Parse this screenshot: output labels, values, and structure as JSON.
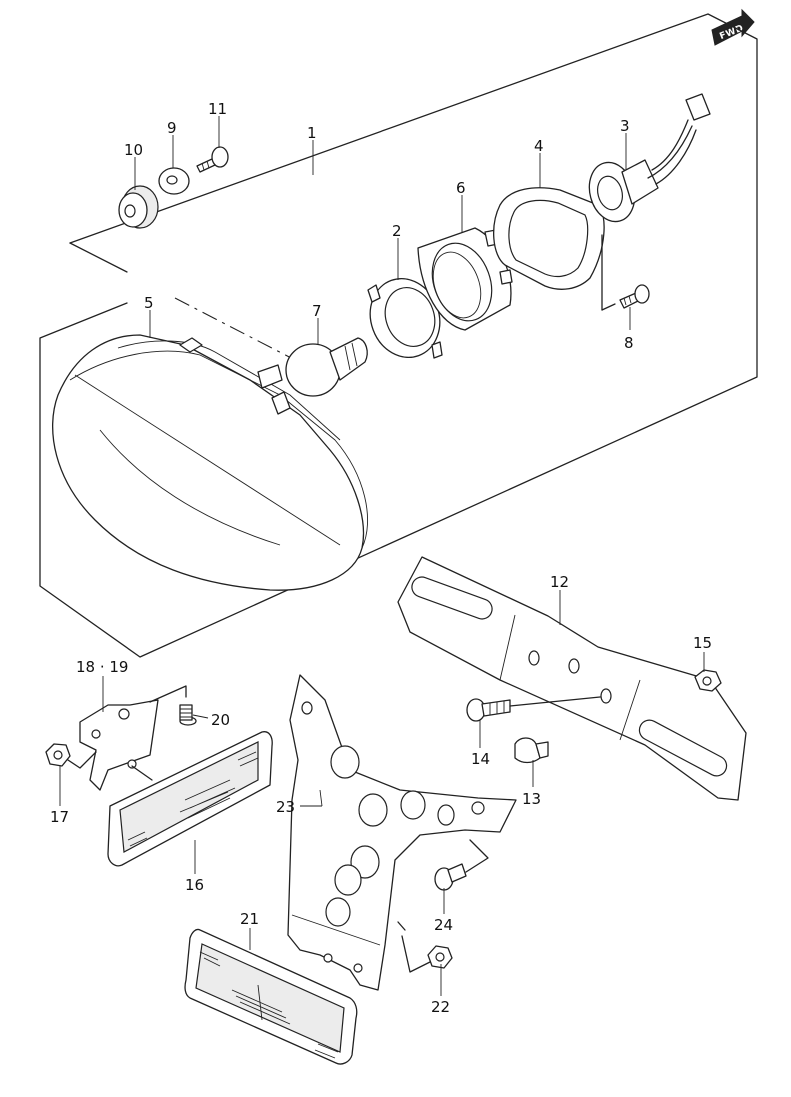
{
  "fwd_badge": {
    "text": "FWD"
  },
  "callouts": [
    "1",
    "2",
    "3",
    "4",
    "5",
    "6",
    "7",
    "8",
    "9",
    "10",
    "11",
    "12",
    "13",
    "14",
    "15",
    "16",
    "17",
    "18 · 19",
    "20",
    "21",
    "22",
    "23",
    "24"
  ]
}
